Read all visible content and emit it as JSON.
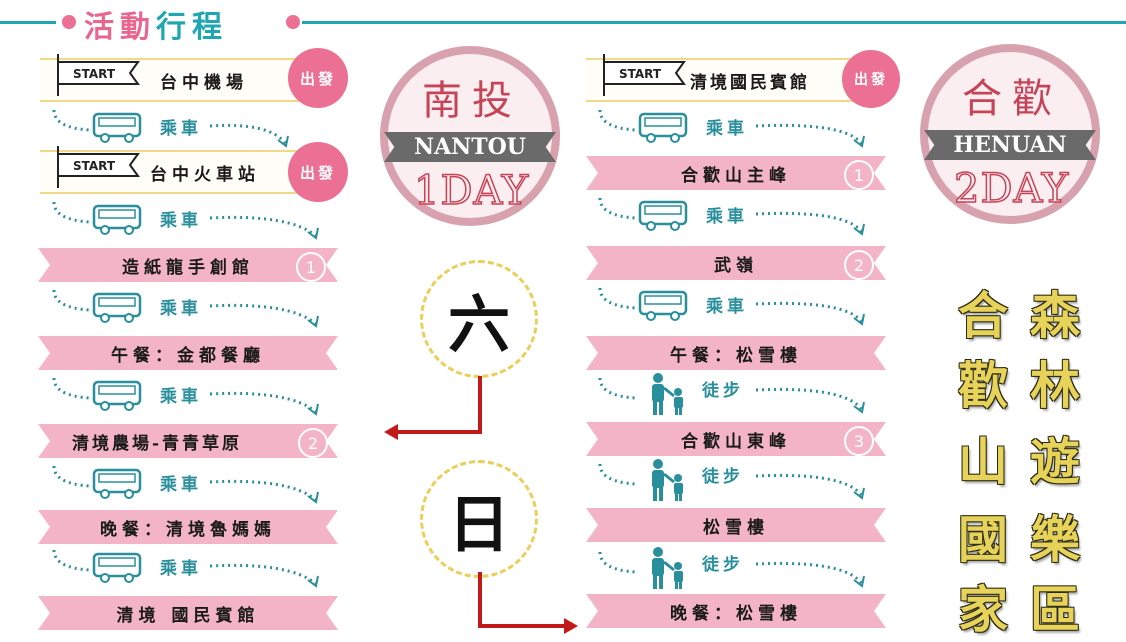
{
  "header": {
    "title_part1": "活動",
    "title_part2": "行程"
  },
  "colors": {
    "pink": "#ec6f94",
    "ribbon": "#f4b4c8",
    "teal": "#1fa5b3",
    "badge_red": "#c54458",
    "gold": "#e8d35a",
    "arrow": "#c21a1a"
  },
  "start_flag_text": "START",
  "left_column": {
    "start1": {
      "place": "台中機場",
      "depart": "出發"
    },
    "transit1": "乘車",
    "start2": {
      "place": "台中火車站",
      "depart": "出發"
    },
    "transit2": "乘車",
    "stop1": {
      "text": "造紙龍手創館",
      "num": "1"
    },
    "transit3": "乘車",
    "stop2": {
      "text": "午餐：金都餐廳"
    },
    "transit4": "乘車",
    "stop3": {
      "text": "清境農場-青青草原",
      "num": "2"
    },
    "transit5": "乘車",
    "stop4": {
      "text": "晚餐：清境魯媽媽"
    },
    "transit6": "乘車",
    "stop5": {
      "text": "清境 國民賓館"
    }
  },
  "right_column": {
    "start1": {
      "place": "清境國民賓館",
      "depart": "出發"
    },
    "transit1": "乘車",
    "stop1": {
      "text": "合歡山主峰",
      "num": "1"
    },
    "transit2": "乘車",
    "stop2": {
      "text": "武嶺",
      "num": "2"
    },
    "transit3": "乘車",
    "stop3": {
      "text": "午餐：松雪樓"
    },
    "walk1": "徒步",
    "stop4": {
      "text": "合歡山東峰",
      "num": "3"
    },
    "walk2": "徒步",
    "stop5": {
      "text": "松雪樓"
    },
    "walk3": "徒步",
    "stop6": {
      "text": "晚餐：松雪樓"
    }
  },
  "badge_nantou": {
    "top": "南投",
    "banner": "NANTOU",
    "bottom": "1DAY"
  },
  "badge_henuan": {
    "top": "合歡",
    "banner": "HENUAN",
    "bottom": "2DAY"
  },
  "days": {
    "saturday": "六",
    "sunday": "日"
  },
  "park_title": {
    "col1": [
      "合",
      "歡",
      "山",
      "國",
      "家"
    ],
    "col2": [
      "森",
      "林",
      "遊",
      "樂",
      "區"
    ]
  },
  "icons": {
    "bus": "bus-icon",
    "walk": "parent-child-walk-icon",
    "flag": "start-flag-icon",
    "arrow": "red-elbow-arrow-icon"
  }
}
